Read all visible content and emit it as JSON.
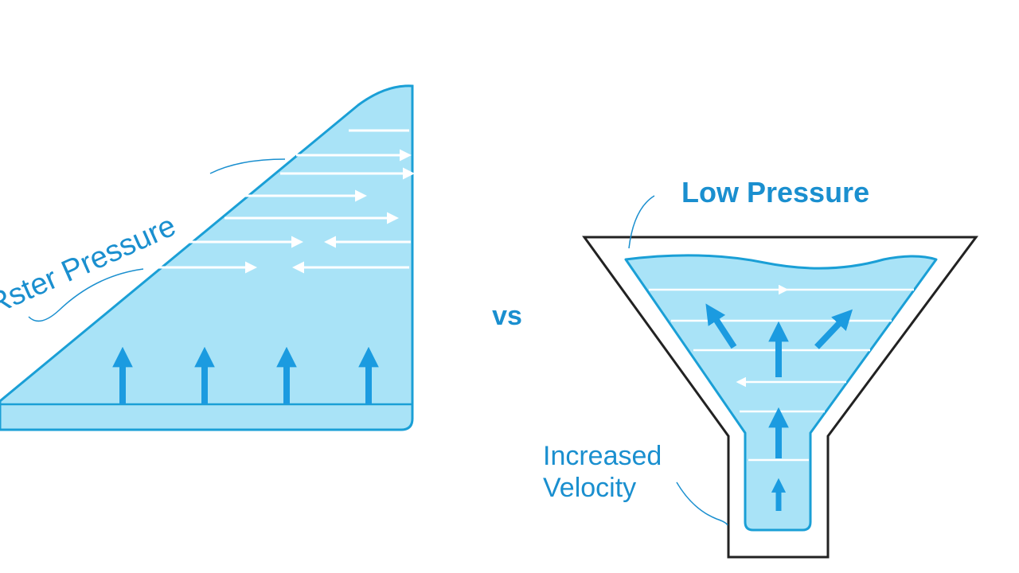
{
  "left_panel": {
    "pressure_label": "Rster Pressure"
  },
  "separator": {
    "label": "vs"
  },
  "right_panel": {
    "pressure_label": "Low Pressure",
    "velocity_label_line1": "Increased",
    "velocity_label_line2": "Velocity"
  },
  "colors": {
    "water_fill": "#a9e3f7",
    "water_fill_dark": "#8fd8f2",
    "outline_blue": "#1a9fd6",
    "arrow_blue": "#1b9be0",
    "arrow_white": "#ffffff",
    "text_blue": "#1a8fcf",
    "funnel_outline": "#222222"
  },
  "icons": {
    "flow_arrow": "arrow-right-icon",
    "up_arrow": "arrow-up-icon"
  }
}
